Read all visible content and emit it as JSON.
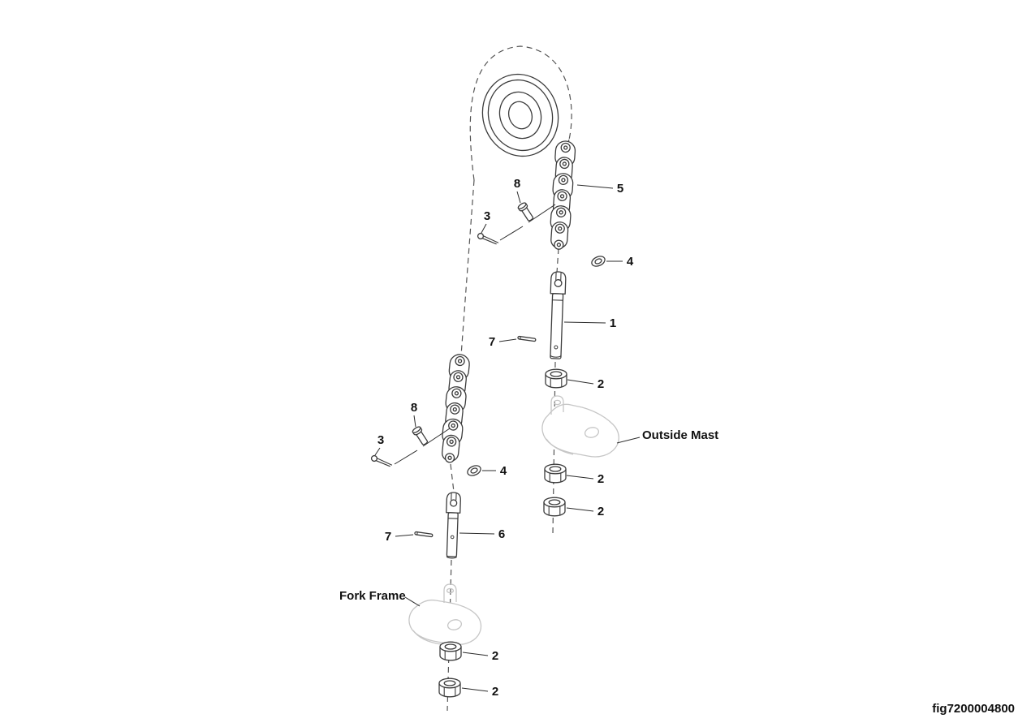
{
  "figure": {
    "code": "fig7200004800",
    "annotations": {
      "outside_mast": "Outside Mast",
      "fork_frame": "Fork Frame"
    },
    "callouts": {
      "anchor_right": "1",
      "nut_right_upper": "2",
      "nut_right_mid": "2",
      "nut_right_lower": "2",
      "nut_left_upper": "2",
      "nut_left_lower": "2",
      "cotter_right": "3",
      "cotter_left": "3",
      "washer_right": "4",
      "washer_left": "4",
      "chain": "5",
      "anchor_left": "6",
      "pin_right": "7",
      "pin_left": "7",
      "clevis_right": "8",
      "clevis_left": "8"
    }
  }
}
